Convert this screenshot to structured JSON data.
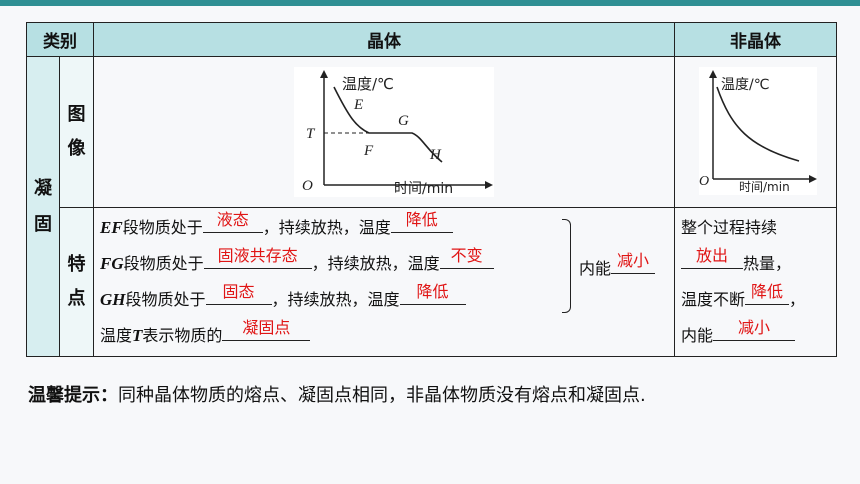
{
  "table": {
    "headers": {
      "category": "类别",
      "crystal": "晶体",
      "amorphous": "非晶体"
    },
    "row_label": "凝固",
    "image_label": "图像",
    "feature_label": "特点"
  },
  "crystal_graph": {
    "y_label": "温度/℃",
    "x_label": "时间/min",
    "origin": "O",
    "t_label": "T",
    "point_e": "E",
    "point_f": "F",
    "point_g": "G",
    "point_h": "H"
  },
  "amorphous_graph": {
    "y_label": "温度/℃",
    "x_label": "时间/min",
    "origin": "O"
  },
  "crystal_text": {
    "ef_prefix": "EF",
    "ef_mid": "段物质处于",
    "ef_state": "液态",
    "ef_suffix": "，持续放热，温度",
    "ef_temp": "降低",
    "fg_prefix": "FG",
    "fg_mid": "段物质处于",
    "fg_state": "固液共存态",
    "fg_suffix": "，持续放热，温度",
    "fg_temp": "不变",
    "gh_prefix": "GH",
    "gh_mid": "段物质处于",
    "gh_state": "固态",
    "gh_suffix": "，持续放热，温度",
    "gh_temp": "降低",
    "t_prefix": "温度",
    "t_var": "T",
    "t_suffix": "表示物质的",
    "t_answer": "凝固点",
    "internal_label": "内能",
    "internal_answer": "减小"
  },
  "amorphous_text": {
    "line1": "整个过程持续",
    "heat_answer": "放出",
    "line2_suffix": "热量，",
    "line3_prefix": "温度不断",
    "temp_answer": "降低",
    "line3_suffix": "，",
    "line4_prefix": "内能",
    "internal_answer": "减小"
  },
  "tip": {
    "label": "温馨提示：",
    "text": "同种晶体物质的熔点、凝固点相同，非晶体物质没有熔点和凝固点."
  }
}
